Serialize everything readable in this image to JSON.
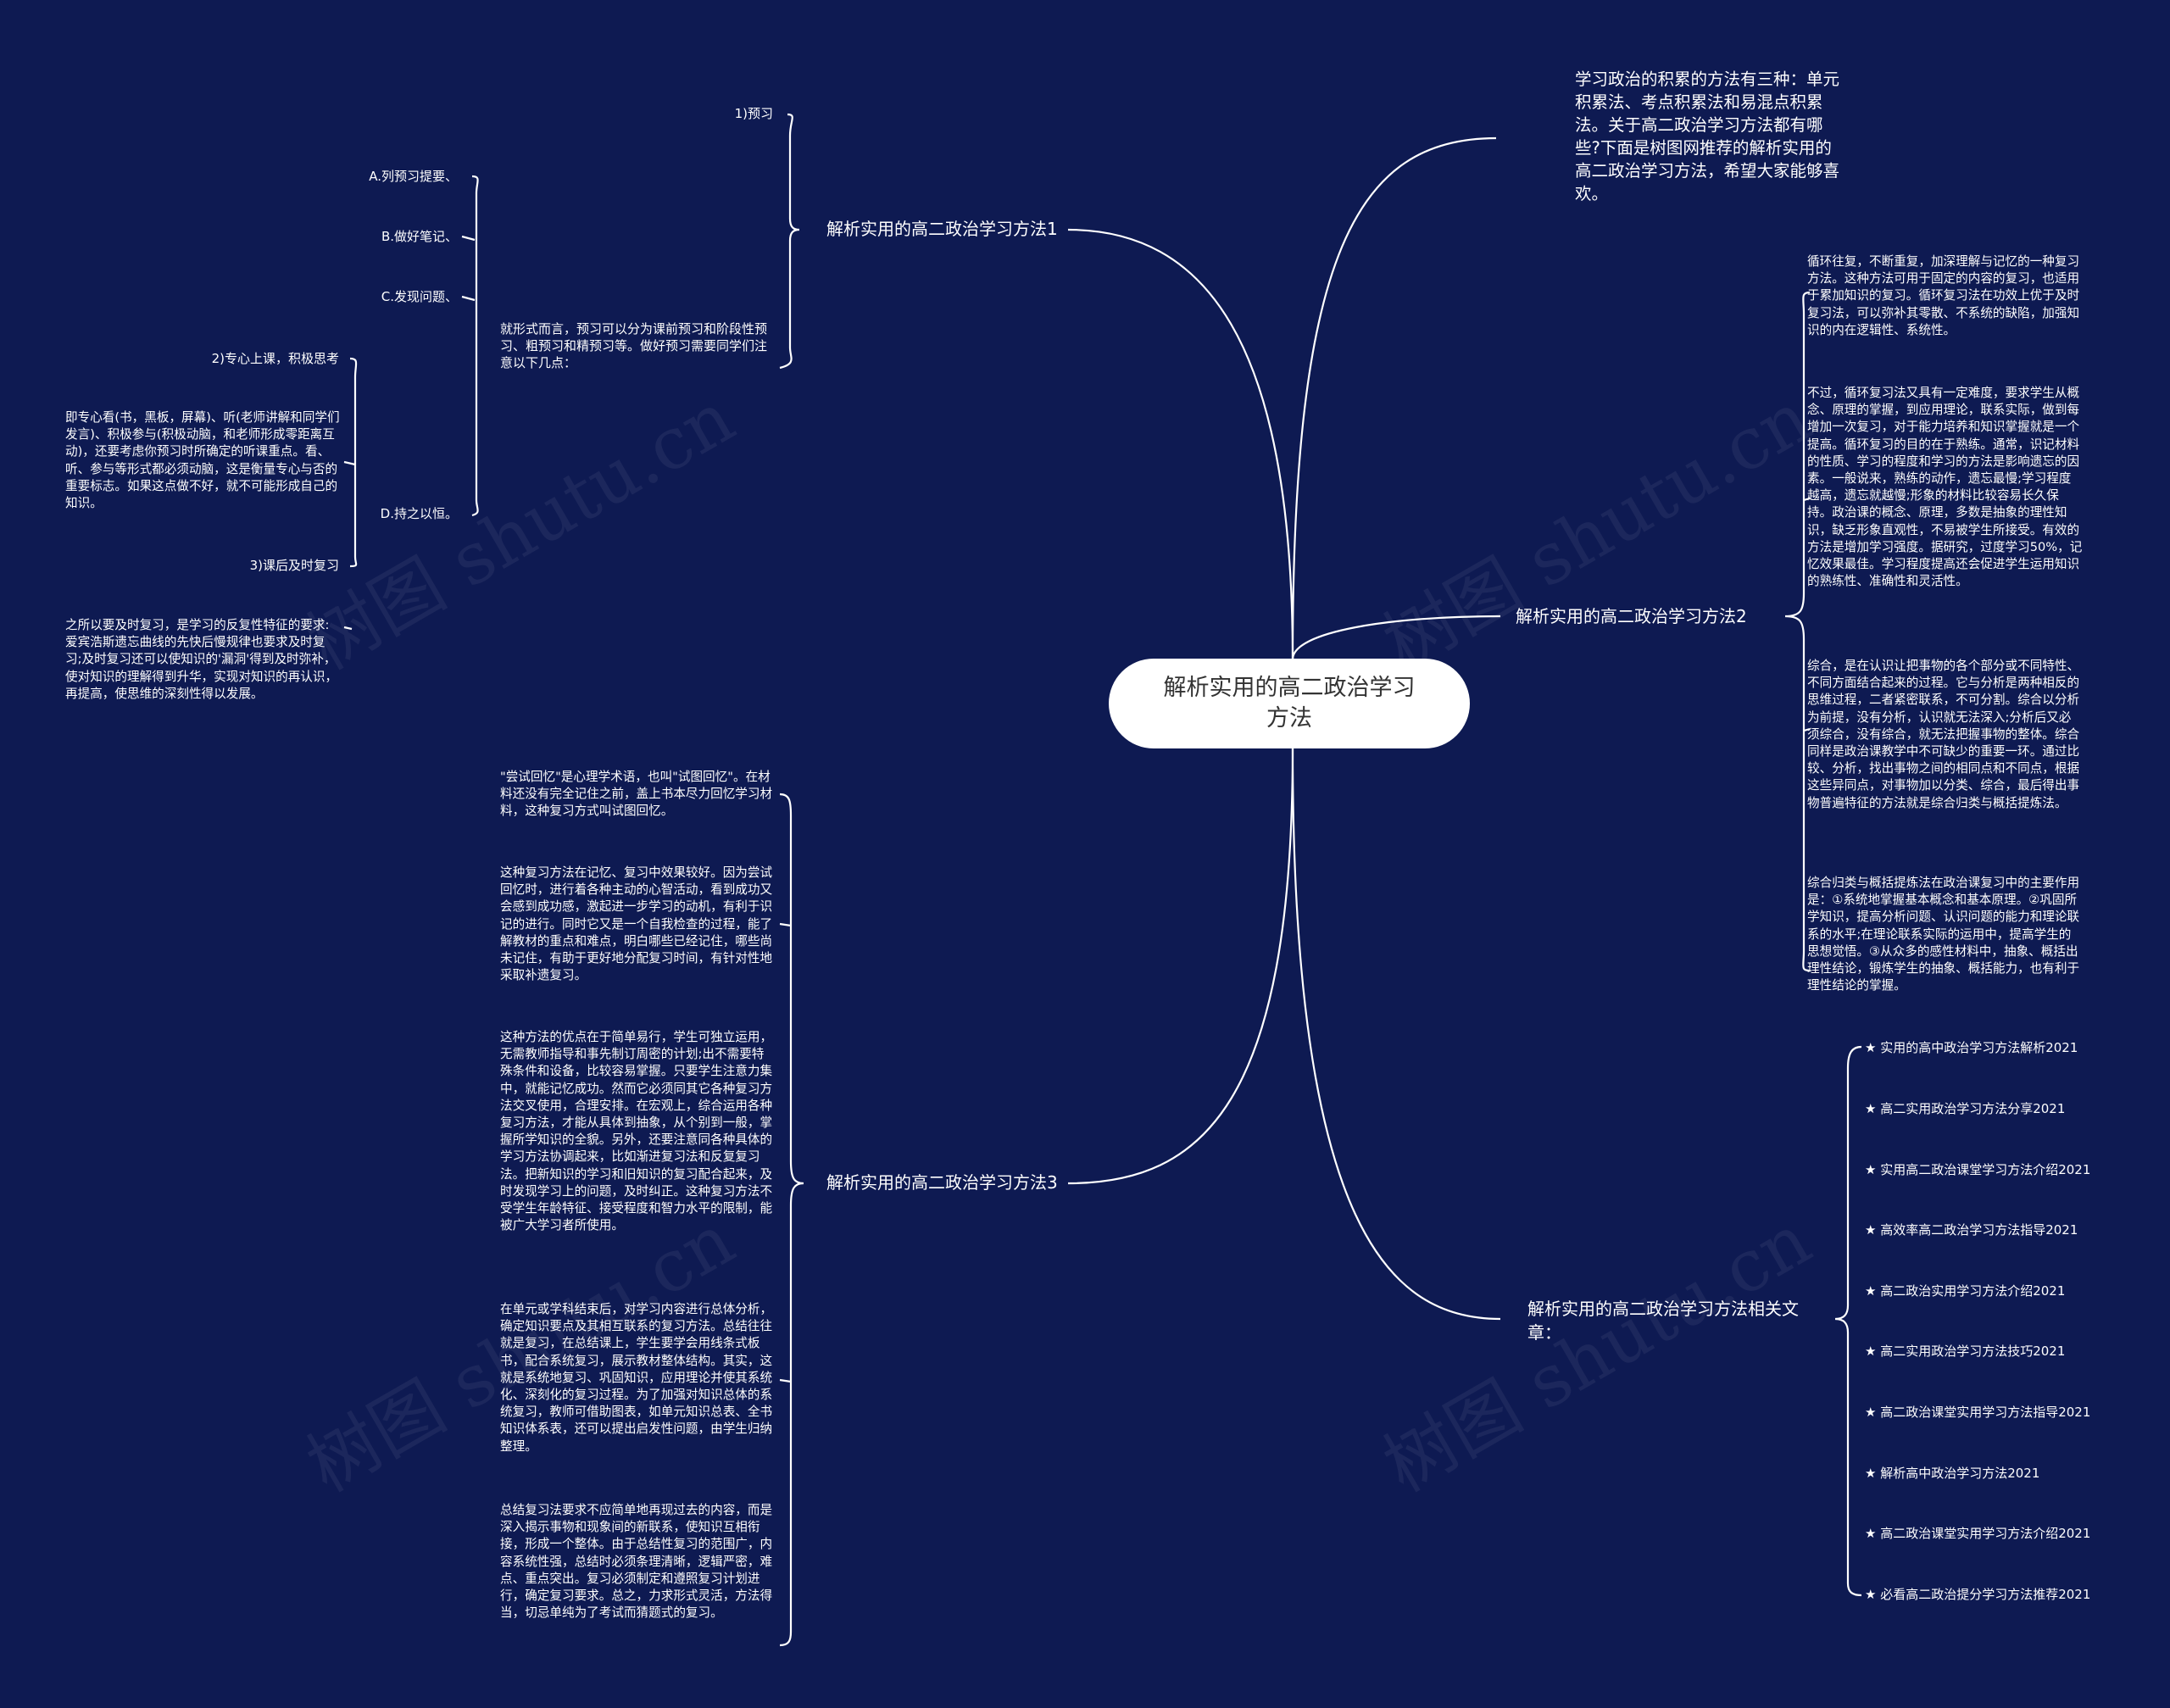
{
  "root": {
    "label": "解析实用的高二政治学习方法"
  },
  "intro": {
    "text": "学习政治的积累的方法有三种：单元积累法、考点积累法和易混点积累法。关于高二政治学习方法都有哪些?下面是树图网推荐的解析实用的高二政治学习方法，希望大家能够喜欢。"
  },
  "branch1": {
    "label": "解析实用的高二政治学习方法1",
    "preview": "1)预习",
    "summary": "就形式而言，预习可以分为课前预习和阶段性预习、粗预习和精预习等。做好预习需要同学们注意以下几点：",
    "points": [
      "A.列预习提要、",
      "B.做好笔记、",
      "C.发现问题、",
      "D.持之以恒。"
    ],
    "focus": "2)专心上课，积极思考",
    "focus_text": "即专心看(书，黑板，屏幕)、听(老师讲解和同学们发言)、积极参与(积极动脑，和老师形成零距离互动)，还要考虑你预习时所确定的听课重点。看、听、参与等形式都必须动脑，这是衡量专心与否的重要标志。如果这点做不好，就不可能形成自己的知识。",
    "review": "3)课后及时复习",
    "review_text": "之所以要及时复习，是学习的反复性特征的要求:爱宾浩斯遗忘曲线的先快后慢规律也要求及时复习;及时复习还可以使知识的'漏洞'得到及时弥补，使对知识的理解得到升华，实现对知识的再认识，再提高，使思维的深刻性得以发展。"
  },
  "branch2": {
    "label": "解析实用的高二政治学习方法2",
    "paras": [
      "循环往复，不断重复，加深理解与记忆的一种复习方法。这种方法可用于固定的内容的复习，也适用于累加知识的复习。循环复习法在功效上优于及时复习法，可以弥补其零散、不系统的缺陷，加强知识的内在逻辑性、系统性。",
      "不过，循环复习法又具有一定难度，要求学生从概念、原理的掌握，到应用理论，联系实际，做到每增加一次复习，对于能力培养和知识掌握就是一个提高。循环复习的目的在于熟练。通常，识记材料的性质、学习的程度和学习的方法是影响遗忘的因素。一般说来，熟练的动作，遗忘最慢;学习程度越高，遗忘就越慢;形象的材料比较容易长久保持。政治课的概念、原理，多数是抽象的理性知识，缺乏形象直观性，不易被学生所接受。有效的方法是增加学习强度。据研究，过度学习50%，记忆效果最佳。学习程度提高还会促进学生运用知识的熟练性、准确性和灵活性。",
      "综合，是在认识让把事物的各个部分或不同特性、不同方面结合起来的过程。它与分析是两种相反的思维过程，二者紧密联系，不可分割。综合以分析为前提，没有分析，认识就无法深入;分析后又必须综合，没有综合，就无法把握事物的整体。综合同样是政治课教学中不可缺少的重要一环。通过比较、分析，找出事物之间的相同点和不同点，根据这些异同点，对事物加以分类、综合，最后得出事物普遍特征的方法就是综合归类与概括提炼法。",
      "综合归类与概括提炼法在政治课复习中的主要作用是：①系统地掌握基本概念和基本原理。②巩固所学知识，提高分析问题、认识问题的能力和理论联系的水平;在理论联系实际的运用中，提高学生的思想觉悟。③从众多的感性材料中，抽象、概括出理性结论，锻炼学生的抽象、概括能力，也有利于理性结论的掌握。"
    ]
  },
  "branch3": {
    "label": "解析实用的高二政治学习方法3",
    "paras": [
      "\"尝试回忆\"是心理学术语，也叫\"试图回忆\"。在材料还没有完全记住之前，盖上书本尽力回忆学习材料，这种复习方式叫试图回忆。",
      "这种复习方法在记忆、复习中效果较好。因为尝试回忆时，进行着各种主动的心智活动，看到成功又会感到成功感，激起进一步学习的动机，有利于识记的进行。同时它又是一个自我检查的过程，能了解教材的重点和难点，明白哪些已经记住，哪些尚未记住，有助于更好地分配复习时间，有针对性地采取补遗复习。",
      "这种方法的优点在于简单易行，学生可独立运用，无需教师指导和事先制订周密的计划;出不需要特殊条件和设备，比较容易掌握。只要学生注意力集中，就能记忆成功。然而它必须同其它各种复习方法交叉使用，合理安排。在宏观上，综合运用各种复习方法，才能从具体到抽象，从个别到一般，掌握所学知识的全貌。另外，还要注意同各种具体的学习方法协调起来，比如渐进复习法和反复复习法。把新知识的学习和旧知识的复习配合起来，及时发现学习上的问题，及时纠正。这种复习方法不受学生年龄特征、接受程度和智力水平的限制，能被广大学习者所使用。",
      "在单元或学科结束后，对学习内容进行总体分析，确定知识要点及其相互联系的复习方法。总结往往就是复习，在总结课上，学生要学会用线条式板书，配合系统复习，展示教材整体结构。其实，这就是系统地复习、巩固知识，应用理论并使其系统化、深刻化的复习过程。为了加强对知识总体的系统复习，教师可借助图表，如单元知识总表、全书知识体系表，还可以提出启发性问题，由学生归纳整理。",
      "总结复习法要求不应简单地再现过去的内容，而是深入揭示事物和现象间的新联系，使知识互相衔接，形成一个整体。由于总结性复习的范围广，内容系统性强，总结时必须条理清晰，逻辑严密，难点、重点突出。复习必须制定和遵照复习计划进行，确定复习要求。总之，力求形式灵活，方法得当，切忌单纯为了考试而猜题式的复习。"
    ]
  },
  "related": {
    "label": "解析实用的高二政治学习方法相关文章：",
    "items": [
      "★ 实用的高中政治学习方法解析2021",
      "★ 高二实用政治学习方法分享2021",
      "★ 实用高二政治课堂学习方法介绍2021",
      "★ 高效率高二政治学习方法指导2021",
      "★ 高二政治实用学习方法介绍2021",
      "★ 高二实用政治学习方法技巧2021",
      "★ 高二政治课堂实用学习方法指导2021",
      "★ 解析高中政治学习方法2021",
      "★ 高二政治课堂实用学习方法介绍2021",
      "★ 必看高二政治提分学习方法推荐2021"
    ]
  },
  "watermark": {
    "text": "树图 shutu.cn"
  },
  "colors": {
    "background": "#0e1a52",
    "line": "#ffffff",
    "root_fill": "#ffffff",
    "root_text": "#333333"
  }
}
